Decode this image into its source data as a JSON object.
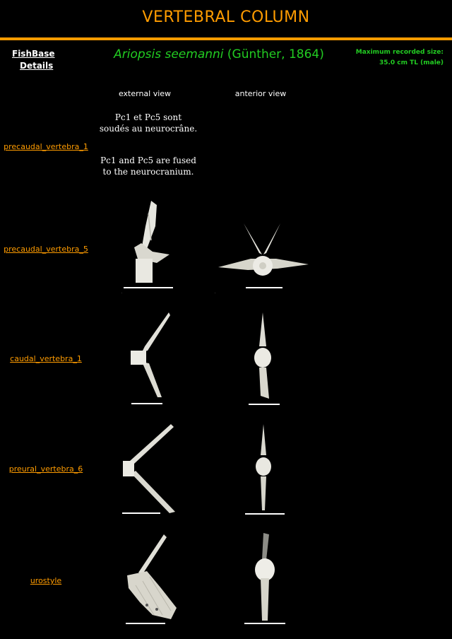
{
  "header": {
    "title": "VERTEBRAL COLUMN",
    "accent_color": "#ff9c00"
  },
  "fishbase": {
    "line1": "FishBase",
    "line2": "Details"
  },
  "species": {
    "name": "Ariopsis seemanni",
    "author": "(Günther, 1864)",
    "color": "#22cc22"
  },
  "max_size": {
    "label": "Maximum recorded size:",
    "value": "35.0 cm TL (male)"
  },
  "columns": {
    "external": "external view",
    "anterior": "anterior view"
  },
  "notes": {
    "french": "Pc1 et Pc5 sont soudés au neurocrâne.",
    "english": "Pc1 and Pc5 are fused to the neurocranium."
  },
  "rows": [
    {
      "label": "precaudal_vertebra_1"
    },
    {
      "label": "precaudal_vertebra_5"
    },
    {
      "label": "caudal_vertebra_1"
    },
    {
      "label": "preural_vertebra_6"
    },
    {
      "label": "urostyle"
    }
  ]
}
